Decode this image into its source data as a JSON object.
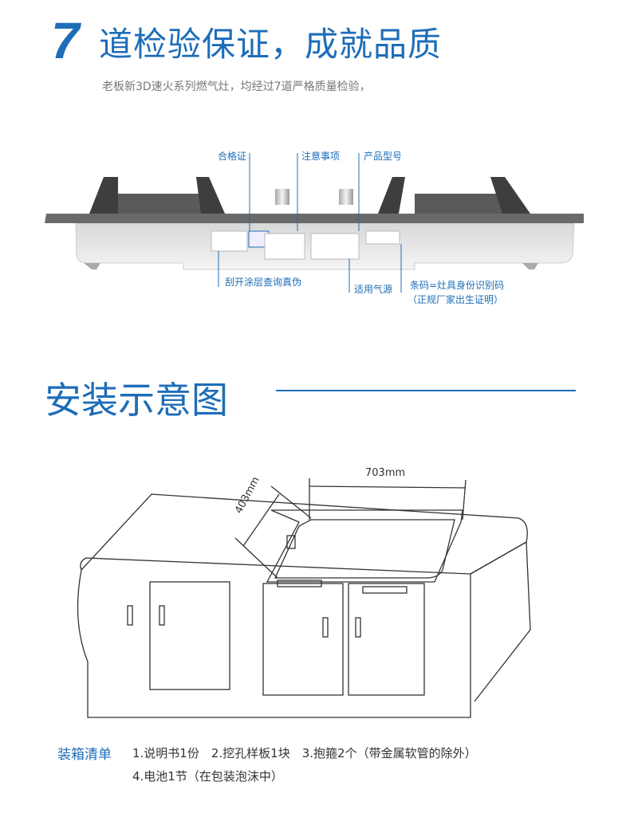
{
  "header": {
    "number": "7",
    "title": "道检验保证，成就品质",
    "subtitle": "老板新3D速火系列燃气灶，均经过7道严格质量检验，"
  },
  "stove_labels": {
    "certificate": "合格证",
    "notice": "注意事项",
    "model": "产品型号",
    "scratch": "刮开涂层查询真伪",
    "gas_source": "适用气源",
    "barcode_line1": "条码=灶具身份识别码",
    "barcode_line2": "（正规厂家出生证明）"
  },
  "install": {
    "title": "安装示意图",
    "width_dim": "703mm",
    "depth_dim": "403mm"
  },
  "packing": {
    "label": "装箱清单",
    "line1": "1.说明书1份　2.挖孔样板1块　3.抱箍2个（带金属软管的除外）",
    "line2": "4.电池1节（在包装泡沫中）"
  },
  "colors": {
    "accent": "#1d6db8"
  }
}
